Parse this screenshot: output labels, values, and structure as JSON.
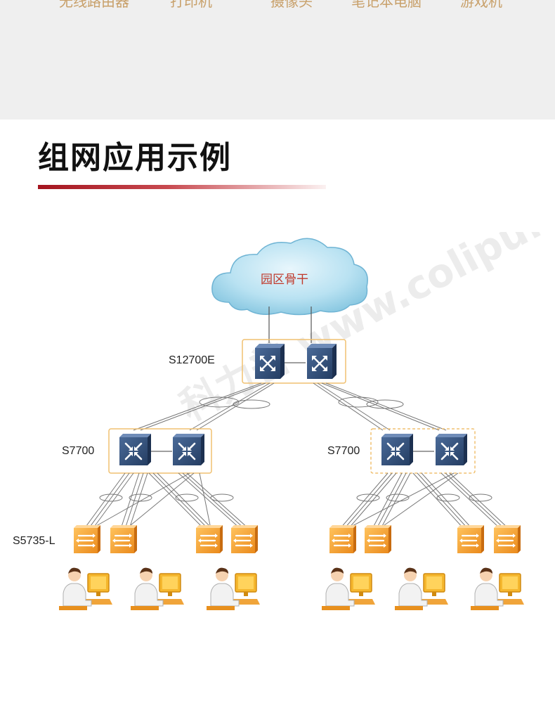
{
  "top_categories": [
    "无线路由器",
    "打印机",
    "摄像头",
    "笔记本电脑",
    "游戏机"
  ],
  "section_title": "组网应用示例",
  "diagram": {
    "cloud_label": "园区骨干",
    "core_label": "S12700E",
    "aggregation_label": "S7700",
    "access_label": "S5735-L",
    "watermark": "科力普 www.colipu.com"
  },
  "colors": {
    "accent": "#a4141e",
    "switch_blue": "#2e4a72",
    "access_orange": "#f0a43a",
    "box_outline": "#f0c070"
  },
  "icons": [
    "cloud-icon",
    "core-switch-icon",
    "aggregation-switch-icon",
    "access-switch-icon",
    "user-pc-icon"
  ]
}
